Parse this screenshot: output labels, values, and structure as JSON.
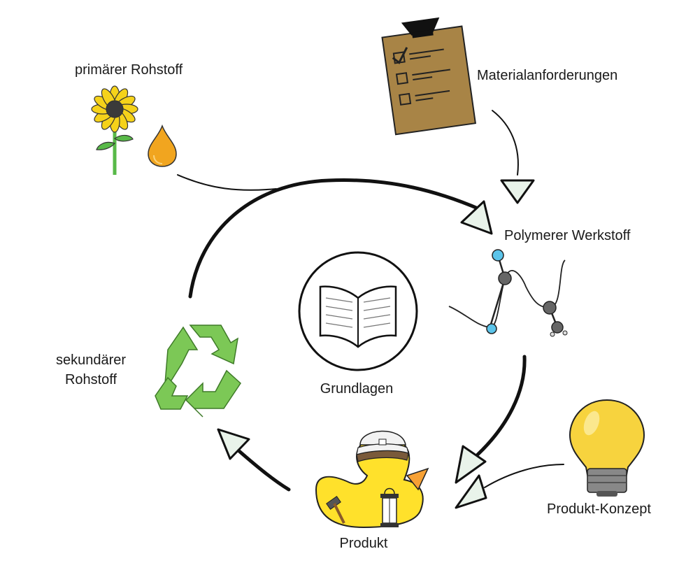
{
  "diagram": {
    "nodes": {
      "primary": {
        "label": "primärer Rohstoff"
      },
      "requirements": {
        "label": "Materialanforderungen"
      },
      "polymer": {
        "label": "Polymerer Werkstoff"
      },
      "basics": {
        "label": "Grundlagen"
      },
      "secondary": {
        "line1": "sekundärer",
        "line2": "Rohstoff"
      },
      "concept": {
        "label": "Produkt-Konzept"
      },
      "product": {
        "label": "Produkt"
      }
    },
    "colors": {
      "stroke": "#111111",
      "arrowhead_fill": "#e9f3ea",
      "sunflower_petal": "#f5d21a",
      "sunflower_center": "#3a3a3a",
      "stem": "#58b948",
      "oil_drop": "#f1a51f",
      "clipboard": "#a88446",
      "recycle": "#7cc856",
      "bulb": "#f7d33e",
      "duck": "#ffe12b",
      "beak": "#f7a134",
      "atom_blue": "#5bc4ea",
      "atom_grey": "#666666"
    }
  }
}
